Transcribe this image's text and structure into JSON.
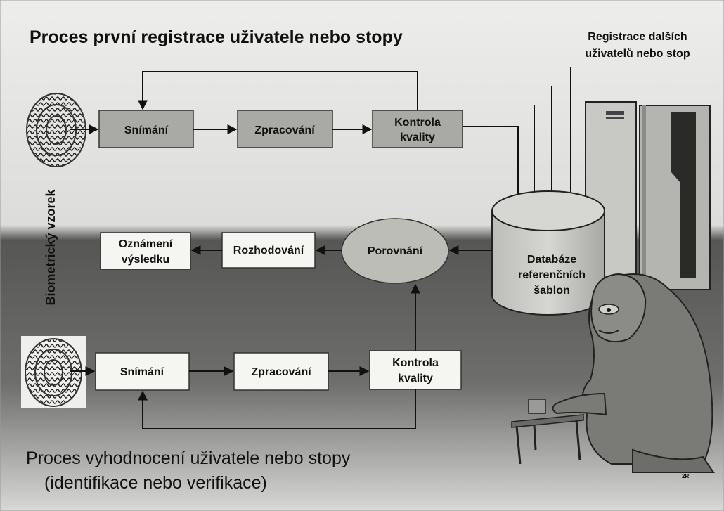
{
  "top_title": "Proces první registrace uživatele nebo stopy",
  "other_users_label": [
    "Registrace dalších",
    "uživatelů nebo stop"
  ],
  "side_label": "Biometrický vzorek",
  "enrollment_steps": {
    "capture": "Snímání",
    "processing": "Zpracování",
    "quality": [
      "Kontrola",
      "kvality"
    ]
  },
  "database_label": [
    "Databáze",
    "referenčních",
    "šablon"
  ],
  "compare_label": "Porovnání",
  "decision_label": "Rozhodování",
  "result_label": [
    "Oznámení",
    "výsledku"
  ],
  "verification_steps": {
    "capture": "Snímání",
    "processing": "Zpracování",
    "quality": [
      "Kontrola",
      "kvality"
    ]
  },
  "bottom_title": [
    "Proces vyhodnocení  uživatele nebo stopy",
    "(identifikace nebo verifikace)"
  ],
  "corner_mark": "2R",
  "colors": {
    "page_top": "#ebebea",
    "page_bottom_dark": "#4a4a48",
    "box_dark_fill": "#a9a9a6",
    "box_light_fill": "#f5f5f2",
    "ellipse_fill": "#bdbdb8",
    "server": "#6f6f6d",
    "gorilla": "#7a7a77"
  }
}
